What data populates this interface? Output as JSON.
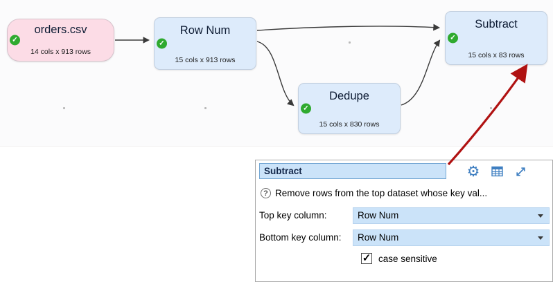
{
  "canvas": {
    "nodes": [
      {
        "title": "orders.csv",
        "subtitle": "14 cols x 913 rows",
        "type": "source"
      },
      {
        "title": "Row Num",
        "subtitle": "15 cols x 913 rows",
        "type": "transform"
      },
      {
        "title": "Dedupe",
        "subtitle": "15 cols x 830 rows",
        "type": "transform"
      },
      {
        "title": "Subtract",
        "subtitle": "15 cols x 83 rows",
        "type": "transform"
      }
    ]
  },
  "panel": {
    "name_input": {
      "value": "Subtract"
    },
    "toolbar": {
      "icons": [
        "gear-icon",
        "table-icon",
        "expand-icon"
      ]
    },
    "help": {
      "description": "Remove rows from the top dataset whose key val..."
    },
    "fields": [
      {
        "label": "Top key column:",
        "value": "Row Num"
      },
      {
        "label": "Bottom key column:",
        "value": "Row Num"
      }
    ],
    "checkbox": {
      "label": "case sensitive",
      "checked": true
    }
  },
  "colors": {
    "source_node": "#fcdce6",
    "transform_node": "#ddebfb",
    "status_ok_green": "#2faa2f",
    "accent_blue": "#cbe3f9",
    "annotation_red": "#b01212"
  }
}
